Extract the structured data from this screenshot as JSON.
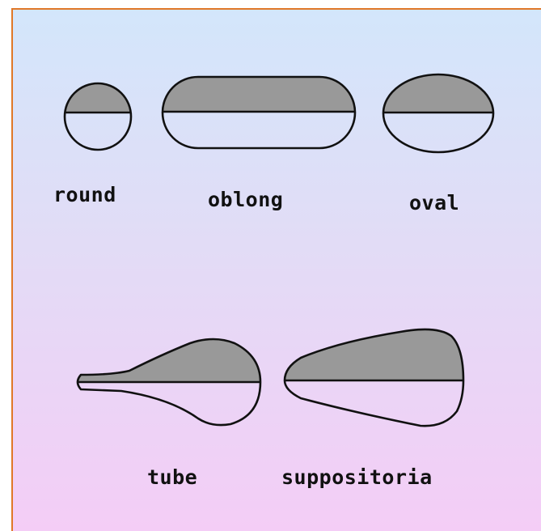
{
  "colors": {
    "border": "#e07828",
    "gradient_top": "#d3e6fb",
    "gradient_bottom": "#f4cdf6",
    "shape_fill": "#999999",
    "outline": "#111111"
  },
  "shapes": [
    {
      "id": "round",
      "label": "round"
    },
    {
      "id": "oblong",
      "label": "oblong"
    },
    {
      "id": "oval",
      "label": "oval"
    },
    {
      "id": "tube",
      "label": "tube"
    },
    {
      "id": "suppositoria",
      "label": "suppositoria"
    }
  ]
}
